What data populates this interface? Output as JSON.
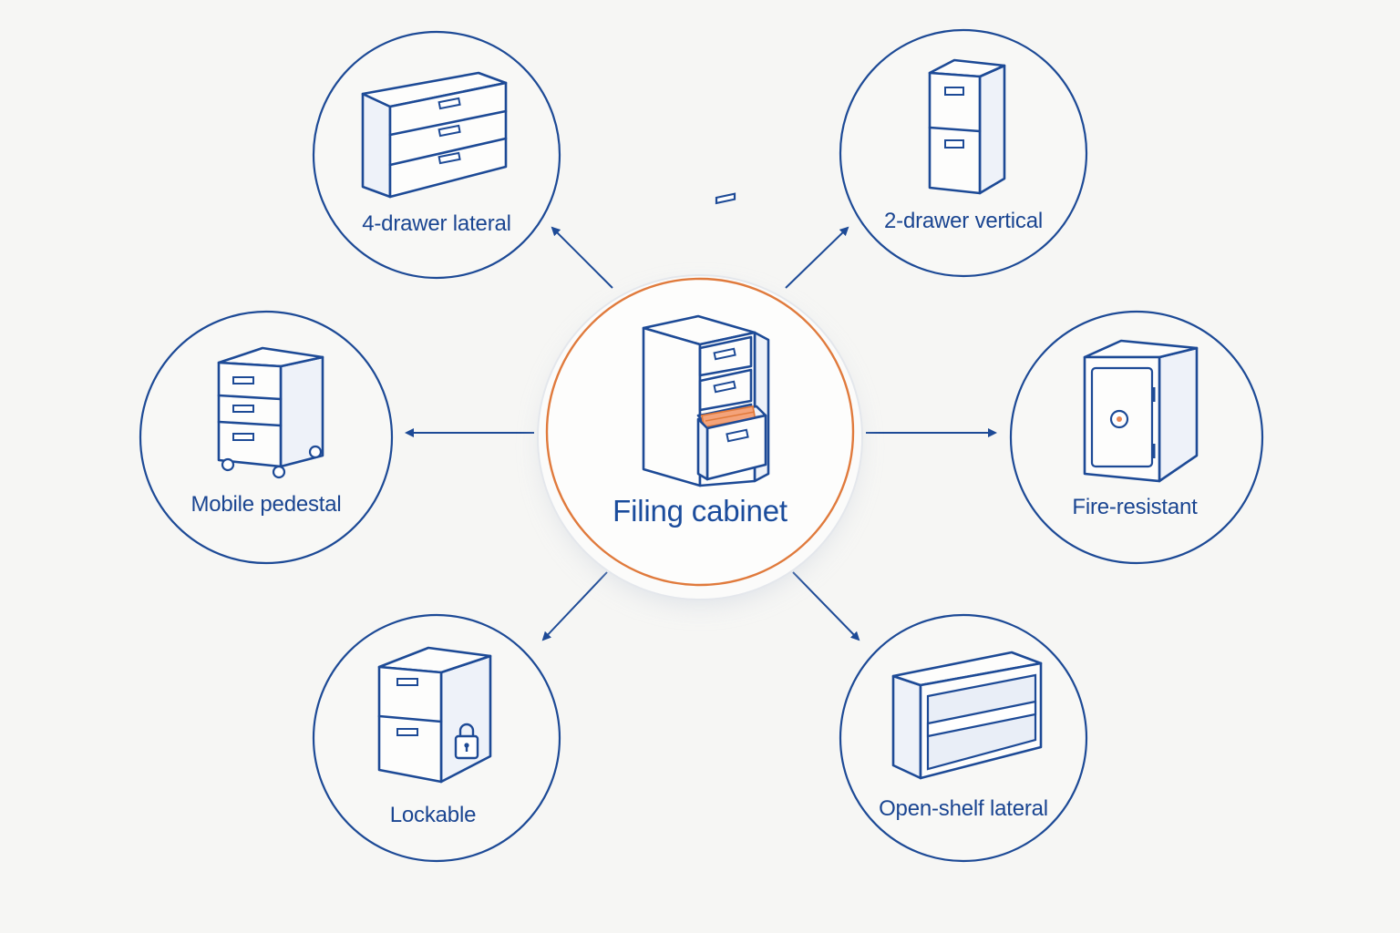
{
  "center": {
    "label": "Filing cabinet"
  },
  "nodes": [
    {
      "id": "4-drawer-lateral",
      "label": "4-drawer lateral",
      "icon": "lateral-cabinet-icon"
    },
    {
      "id": "2-drawer-vertical",
      "label": "2-drawer vertical",
      "icon": "vertical-cabinet-icon"
    },
    {
      "id": "mobile-pedestal",
      "label": "Mobile pedestal",
      "icon": "mobile-pedestal-icon"
    },
    {
      "id": "fire-resistant",
      "label": "Fire-resistant",
      "icon": "safe-icon"
    },
    {
      "id": "lockable",
      "label": "Lockable",
      "icon": "lockable-cabinet-icon"
    },
    {
      "id": "open-shelf-lateral",
      "label": "Open-shelf lateral",
      "icon": "open-shelf-icon"
    }
  ],
  "colors": {
    "node_stroke": "#1d4a96",
    "center_ring": "#e07a3c",
    "background": "#f6f6f4",
    "folder_accent": "#e8895a"
  }
}
